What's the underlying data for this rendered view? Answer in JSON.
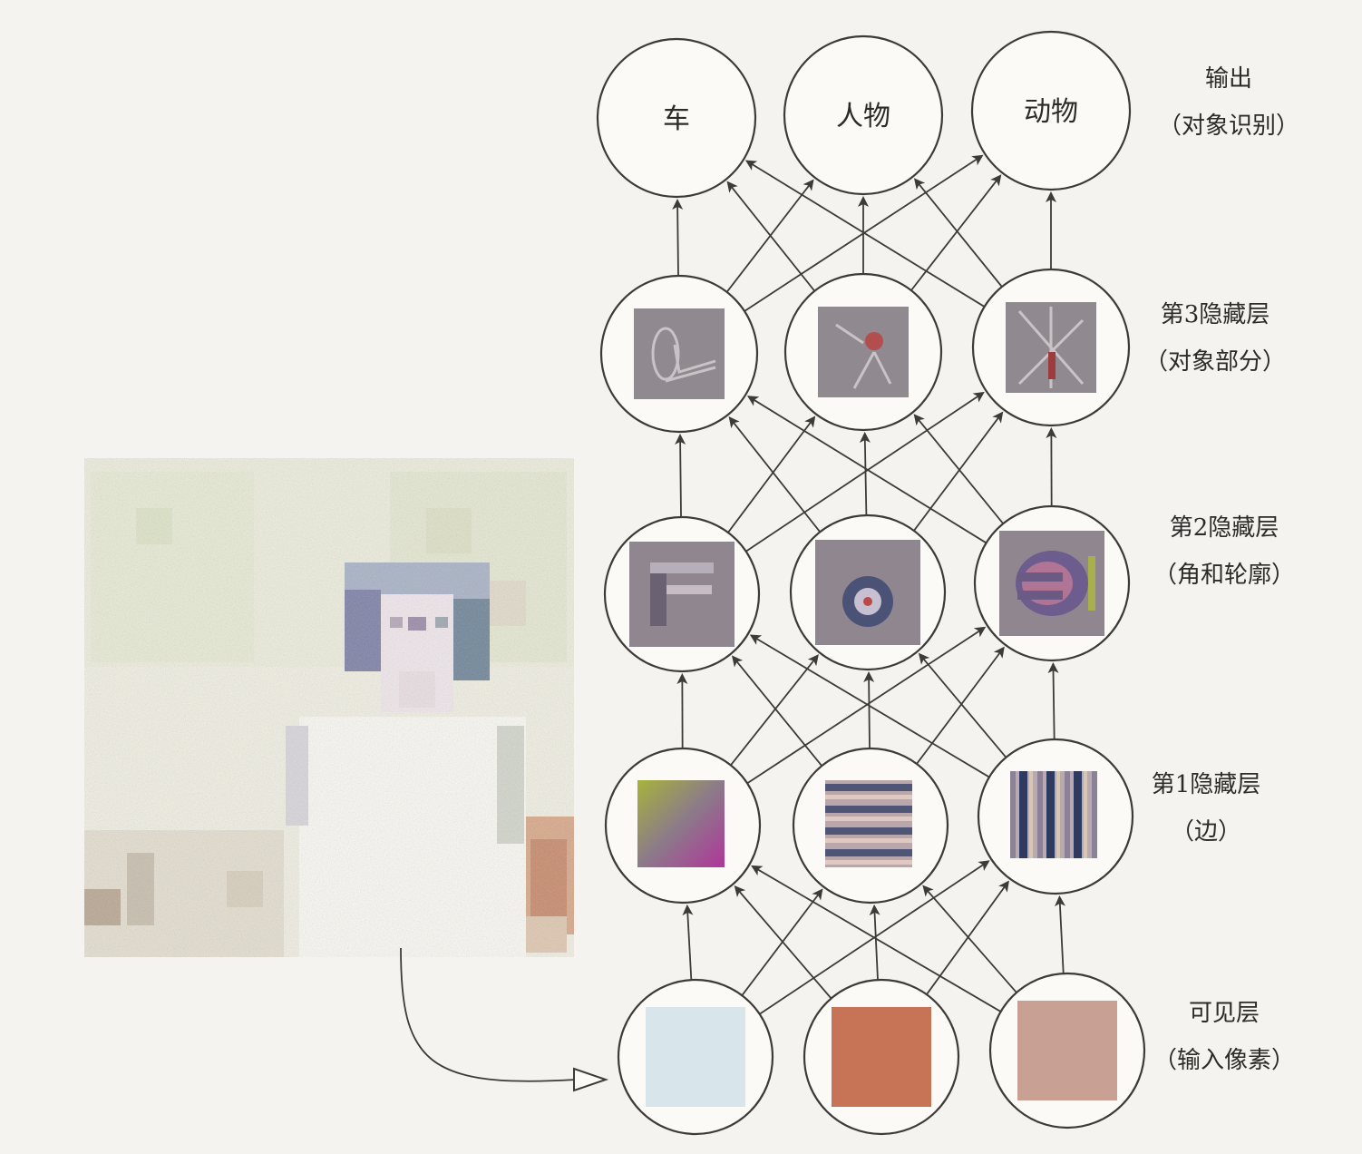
{
  "output_nodes": [
    "车",
    "人物",
    "动物"
  ],
  "layers": [
    {
      "title": "输出",
      "subtitle": "（对象识别）"
    },
    {
      "title": "第3隐藏层",
      "subtitle": "（对象部分）"
    },
    {
      "title": "第2隐藏层",
      "subtitle": "（角和轮廓）"
    },
    {
      "title": "第1隐藏层",
      "subtitle": "（边）"
    },
    {
      "title": "可见层",
      "subtitle": "（输入像素）"
    }
  ],
  "colors": {
    "stroke": "#3d3b38",
    "node_fill": "#fbfaf6",
    "background": "#f4f3ef",
    "input_patch_1": "#d8e6ec",
    "input_patch_2": "#c77355",
    "input_patch_3": "#c9a094"
  }
}
